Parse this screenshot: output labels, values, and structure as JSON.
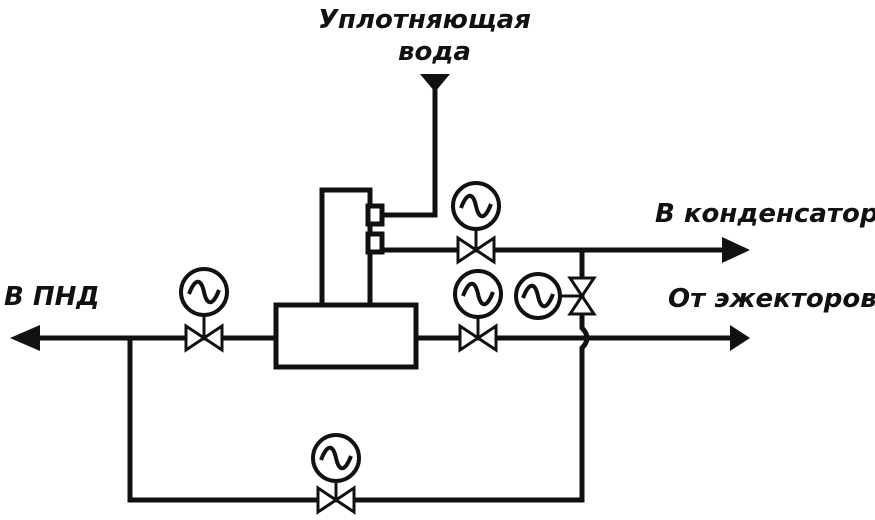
{
  "labels": {
    "seal_water_line1": "Уплотняющая",
    "seal_water_line2": "вода",
    "to_condenser": "В конденсатор",
    "to_lpd": "В ПНД",
    "from_ejectors": "От эжекторов"
  }
}
